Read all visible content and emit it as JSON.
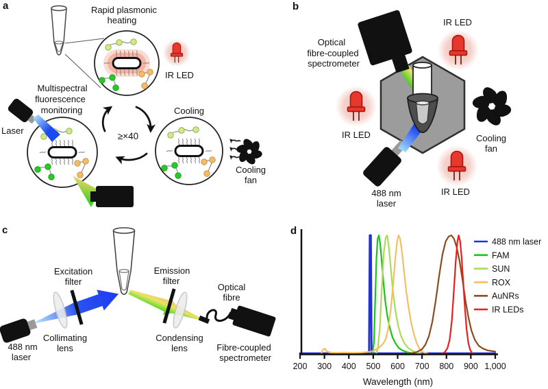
{
  "figure": {
    "panel_a_letter": "a",
    "panel_b_letter": "b",
    "panel_c_letter": "c",
    "panel_d_letter": "d"
  },
  "panel_a": {
    "heating_title_line1": "Rapid plasmonic",
    "heating_title_line2": "heating",
    "ir_led_label": "IR LED",
    "monitoring_line1": "Multispectral",
    "monitoring_line2": "fluorescence",
    "monitoring_line3": "monitoring",
    "laser_label": "Laser",
    "cycle_count_label": "≥×40",
    "cooling_title": "Cooling",
    "cooling_fan_line1": "Cooling",
    "cooling_fan_line2": "fan"
  },
  "panel_b": {
    "spectrometer_line1": "Optical",
    "spectrometer_line2": "fibre-coupled",
    "spectrometer_line3": "spectrometer",
    "ir_led_top_label": "IR LED",
    "ir_led_left_label": "IR LED",
    "ir_led_bottom_label": "IR LED",
    "laser_line1": "488 nm",
    "laser_line2": "laser",
    "fan_line1": "Cooling",
    "fan_line2": "fan"
  },
  "panel_c": {
    "excitation_filter_line1": "Excitation",
    "excitation_filter_line2": "filter",
    "emission_filter_line1": "Emission",
    "emission_filter_line2": "filter",
    "optical_fibre_line1": "Optical",
    "optical_fibre_line2": "fibre",
    "laser_line1": "488 nm",
    "laser_line2": "laser",
    "collimating_lens_line1": "Collimating",
    "collimating_lens_line2": "lens",
    "condensing_lens_line1": "Condensing",
    "condensing_lens_line2": "lens",
    "spectrometer_line1": "Fibre-coupled",
    "spectrometer_line2": "spectrometer"
  },
  "chart_data": {
    "type": "line",
    "title": "",
    "xlabel": "Wavelength (nm)",
    "ylabel": "",
    "xlim": [
      200,
      1000
    ],
    "ylim": [
      0,
      1
    ],
    "grid": false,
    "legend_position": "top-right",
    "x_ticks": [
      200,
      300,
      400,
      500,
      600,
      700,
      800,
      900,
      1000
    ],
    "x_tick_labels": [
      "200",
      "300",
      "400",
      "500",
      "600",
      "700",
      "800",
      "900",
      "1,000"
    ],
    "series": [
      {
        "name": "488 nm laser",
        "color": "#2431d9",
        "points": [
          [
            200,
            0.005
          ],
          [
            483,
            0.005
          ],
          [
            486,
            1
          ],
          [
            490,
            1
          ],
          [
            493,
            0.005
          ],
          [
            1000,
            0.005
          ]
        ]
      },
      {
        "name": "FAM",
        "color": "#17c617",
        "points": [
          [
            497,
            0.005
          ],
          [
            503,
            0.1
          ],
          [
            508,
            0.45
          ],
          [
            513,
            0.8
          ],
          [
            518,
            0.97
          ],
          [
            523,
            1
          ],
          [
            528,
            0.93
          ],
          [
            534,
            0.8
          ],
          [
            541,
            0.62
          ],
          [
            549,
            0.45
          ],
          [
            558,
            0.32
          ],
          [
            568,
            0.22
          ],
          [
            579,
            0.14
          ],
          [
            591,
            0.09
          ],
          [
            605,
            0.05
          ],
          [
            620,
            0.03
          ],
          [
            640,
            0.015
          ],
          [
            662,
            0.006
          ],
          [
            680,
            0.002
          ]
        ]
      },
      {
        "name": "SUN",
        "color": "#abdc55",
        "points": [
          [
            512,
            0.002
          ],
          [
            519,
            0.05
          ],
          [
            527,
            0.22
          ],
          [
            535,
            0.55
          ],
          [
            543,
            0.85
          ],
          [
            551,
            0.98
          ],
          [
            557,
            1
          ],
          [
            564,
            0.9
          ],
          [
            572,
            0.72
          ],
          [
            581,
            0.52
          ],
          [
            591,
            0.36
          ],
          [
            602,
            0.24
          ],
          [
            614,
            0.15
          ],
          [
            628,
            0.09
          ],
          [
            644,
            0.05
          ],
          [
            662,
            0.025
          ],
          [
            680,
            0.01
          ],
          [
            698,
            0.003
          ]
        ]
      },
      {
        "name": "ROX",
        "color": "#f6be62",
        "points": [
          [
            288,
            0.01
          ],
          [
            295,
            0.04
          ],
          [
            302,
            0.045
          ],
          [
            310,
            0.02
          ],
          [
            325,
            0.012
          ],
          [
            350,
            0.01
          ],
          [
            380,
            0.012
          ],
          [
            420,
            0.01
          ],
          [
            455,
            0.013
          ],
          [
            480,
            0.018
          ],
          [
            500,
            0.025
          ],
          [
            512,
            0.04
          ],
          [
            522,
            0.05
          ],
          [
            532,
            0.07
          ],
          [
            542,
            0.09
          ],
          [
            552,
            0.13
          ],
          [
            562,
            0.22
          ],
          [
            572,
            0.38
          ],
          [
            582,
            0.6
          ],
          [
            591,
            0.82
          ],
          [
            598,
            0.95
          ],
          [
            604,
            1
          ],
          [
            610,
            0.97
          ],
          [
            617,
            0.87
          ],
          [
            625,
            0.72
          ],
          [
            634,
            0.55
          ],
          [
            644,
            0.4
          ],
          [
            655,
            0.27
          ],
          [
            666,
            0.17
          ],
          [
            677,
            0.1
          ],
          [
            688,
            0.05
          ],
          [
            698,
            0.025
          ],
          [
            710,
            0.01
          ],
          [
            722,
            0.004
          ]
        ]
      },
      {
        "name": "AuNRs",
        "color": "#8a4a1c",
        "points": [
          [
            640,
            0.004
          ],
          [
            660,
            0.008
          ],
          [
            680,
            0.018
          ],
          [
            700,
            0.04
          ],
          [
            714,
            0.08
          ],
          [
            728,
            0.15
          ],
          [
            742,
            0.27
          ],
          [
            756,
            0.45
          ],
          [
            770,
            0.66
          ],
          [
            784,
            0.84
          ],
          [
            797,
            0.95
          ],
          [
            809,
            0.99
          ],
          [
            820,
            1
          ],
          [
            831,
            0.97
          ],
          [
            842,
            0.9
          ],
          [
            854,
            0.78
          ],
          [
            866,
            0.62
          ],
          [
            878,
            0.45
          ],
          [
            890,
            0.31
          ],
          [
            902,
            0.2
          ],
          [
            916,
            0.12
          ],
          [
            932,
            0.07
          ],
          [
            950,
            0.045
          ],
          [
            970,
            0.03
          ],
          [
            1000,
            0.02
          ]
        ]
      },
      {
        "name": "IR LEDs",
        "color": "#ec1d1d",
        "points": [
          [
            780,
            0.002
          ],
          [
            793,
            0.015
          ],
          [
            804,
            0.05
          ],
          [
            813,
            0.12
          ],
          [
            822,
            0.28
          ],
          [
            830,
            0.52
          ],
          [
            838,
            0.78
          ],
          [
            845,
            0.95
          ],
          [
            850,
            1
          ],
          [
            856,
            0.95
          ],
          [
            862,
            0.82
          ],
          [
            869,
            0.6
          ],
          [
            876,
            0.38
          ],
          [
            883,
            0.2
          ],
          [
            890,
            0.09
          ],
          [
            897,
            0.035
          ],
          [
            904,
            0.012
          ],
          [
            910,
            0.004
          ]
        ]
      }
    ]
  },
  "colors": {
    "laser_blue": "#1c49f0",
    "beam_light_blue": "#a8def8",
    "emission_green": "#3ecb1a",
    "emission_yellow": "#e9e26a",
    "emission_orange": "#f0bc62",
    "ir_led_red": "#e6382c",
    "ir_led_dark_red": "#a6150f",
    "led_glow_pink": "#f5d2cc",
    "chamber_gray": "#9c9c9c",
    "nanorod_glow": "#f28a71",
    "fam_green": "#2dc72d",
    "sun_light_green": "#cfe98c",
    "rox_orange": "#f2bc68"
  }
}
